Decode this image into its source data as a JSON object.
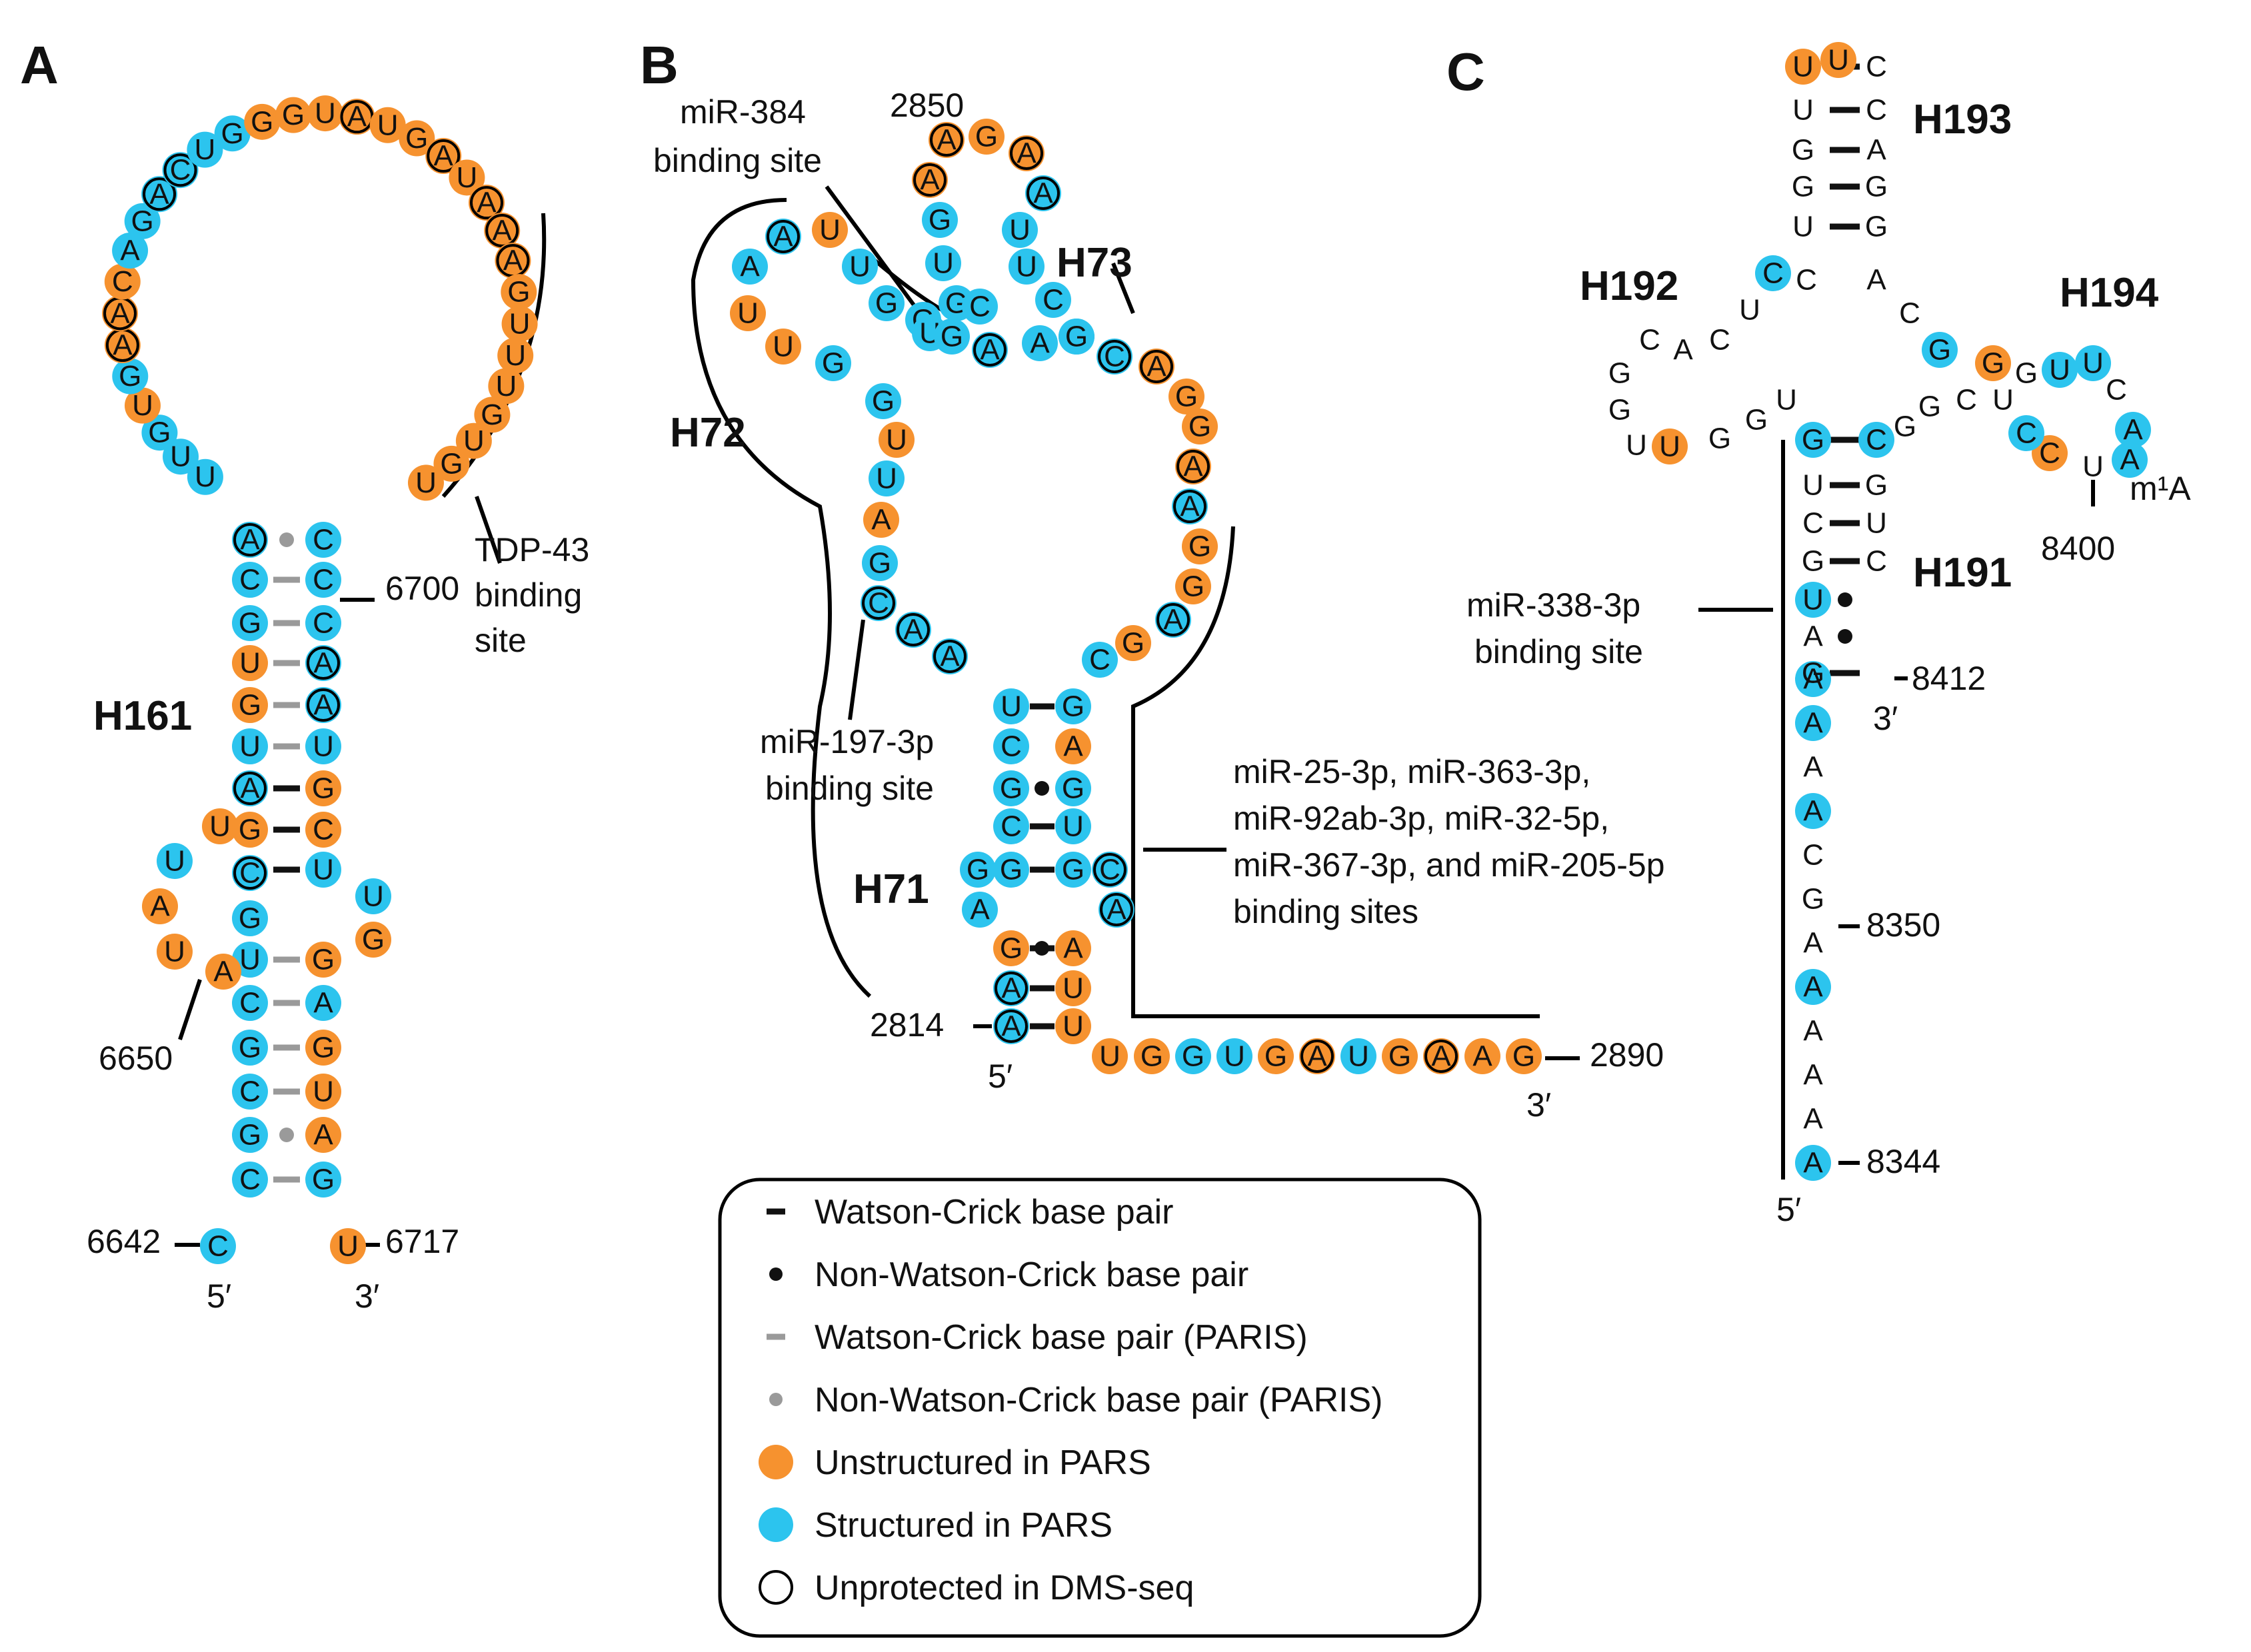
{
  "colors": {
    "unstructured": "#F6922F",
    "structured": "#2CC4EE",
    "pair": "#111111",
    "paris": "#9a9a9a",
    "unprotected_ring": "#000000"
  },
  "panels": {
    "A": {
      "letter": "A",
      "helix": "H161",
      "annotation": [
        "TDP-43",
        "binding",
        "site"
      ],
      "nums": {
        "n6700": "6700",
        "n6650": "6650",
        "n6642": "6642",
        "n6717": "6717",
        "five": "5′",
        "three": "3′"
      }
    },
    "B": {
      "letter": "B",
      "helices": {
        "h71": "H71",
        "h72": "H72",
        "h73": "H73"
      },
      "ann_384": [
        "miR-384",
        "binding site"
      ],
      "ann_197": [
        "miR-197-3p",
        "binding site"
      ],
      "ann_multi": [
        "miR-25-3p, miR-363-3p,",
        "miR-92ab-3p, miR-32-5p,",
        "miR-367-3p, and miR-205-5p",
        "binding sites"
      ],
      "nums": {
        "n2850": "2850",
        "n2814": "2814",
        "n2890": "2890",
        "five": "5′",
        "three": "3′"
      }
    },
    "C": {
      "letter": "C",
      "helices": {
        "h191": "H191",
        "h192": "H192",
        "h193": "H193",
        "h194": "H194"
      },
      "ann_338": [
        "miR-338-3p",
        "binding site"
      ],
      "nums": {
        "n8400": "8400",
        "n8412": "8412",
        "n8350": "8350",
        "n8344": "8344",
        "five": "5′",
        "three": "3′",
        "m1a": "m¹A"
      }
    }
  },
  "nucleotides": {
    "A": [
      {
        "b": "C",
        "s": "S"
      },
      {
        "b": "C",
        "s": "S"
      },
      {
        "b": "G",
        "s": "S"
      },
      {
        "b": "C",
        "s": "S"
      },
      {
        "b": "G",
        "s": "S"
      },
      {
        "b": "C",
        "s": "S"
      },
      {
        "b": "U",
        "s": "S"
      },
      {
        "b": "G",
        "s": "S"
      },
      {
        "b": "C",
        "s": "S",
        "r": 1
      },
      {
        "b": "U",
        "s": "S"
      },
      {
        "b": "A",
        "s": "U"
      },
      {
        "b": "U",
        "s": "U"
      },
      {
        "b": "A",
        "s": "U"
      },
      {
        "b": "U",
        "s": "U"
      },
      {
        "b": "G",
        "s": "U"
      },
      {
        "b": "A",
        "s": "S",
        "r": 1
      },
      {
        "b": "U",
        "s": "S"
      },
      {
        "b": "G",
        "s": "U"
      },
      {
        "b": "U",
        "s": "U"
      },
      {
        "b": "G",
        "s": "S"
      },
      {
        "b": "C",
        "s": "S"
      },
      {
        "b": "A",
        "s": "S",
        "r": 1
      },
      {
        "b": "U",
        "s": "S"
      },
      {
        "b": "U",
        "s": "S"
      },
      {
        "b": "G",
        "s": "S"
      },
      {
        "b": "U",
        "s": "U"
      },
      {
        "b": "G",
        "s": "S"
      },
      {
        "b": "A",
        "s": "U",
        "r": 1
      },
      {
        "b": "A",
        "s": "U",
        "r": 1
      },
      {
        "b": "C",
        "s": "U"
      },
      {
        "b": "A",
        "s": "S"
      },
      {
        "b": "G",
        "s": "S"
      },
      {
        "b": "A",
        "s": "S",
        "r": 1
      },
      {
        "b": "C",
        "s": "S",
        "r": 1
      },
      {
        "b": "U",
        "s": "S"
      },
      {
        "b": "G",
        "s": "S"
      },
      {
        "b": "G",
        "s": "U"
      },
      {
        "b": "G",
        "s": "U"
      },
      {
        "b": "U",
        "s": "U"
      },
      {
        "b": "A",
        "s": "U",
        "r": 1
      },
      {
        "b": "U",
        "s": "U"
      },
      {
        "b": "G",
        "s": "U"
      },
      {
        "b": "A",
        "s": "U",
        "r": 1
      },
      {
        "b": "U",
        "s": "U"
      },
      {
        "b": "A",
        "s": "U",
        "r": 1
      },
      {
        "b": "A",
        "s": "U",
        "r": 1
      },
      {
        "b": "A",
        "s": "U",
        "r": 1
      },
      {
        "b": "G",
        "s": "U"
      },
      {
        "b": "U",
        "s": "U"
      },
      {
        "b": "U",
        "s": "U"
      },
      {
        "b": "U",
        "s": "U"
      },
      {
        "b": "G",
        "s": "U"
      },
      {
        "b": "U",
        "s": "U"
      },
      {
        "b": "G",
        "s": "U"
      },
      {
        "b": "U",
        "s": "U"
      },
      {
        "b": "C",
        "s": "S"
      },
      {
        "b": "C",
        "s": "S"
      },
      {
        "b": "C",
        "s": "S"
      },
      {
        "b": "A",
        "s": "S",
        "r": 1
      },
      {
        "b": "A",
        "s": "S",
        "r": 1
      },
      {
        "b": "U",
        "s": "S"
      },
      {
        "b": "G",
        "s": "U"
      },
      {
        "b": "C",
        "s": "U"
      },
      {
        "b": "U",
        "s": "S"
      },
      {
        "b": "U",
        "s": "S"
      },
      {
        "b": "G",
        "s": "U"
      },
      {
        "b": "G",
        "s": "U"
      },
      {
        "b": "A",
        "s": "S"
      },
      {
        "b": "G",
        "s": "U"
      },
      {
        "b": "U",
        "s": "U"
      },
      {
        "b": "A",
        "s": "U"
      },
      {
        "b": "G",
        "s": "S"
      },
      {
        "b": "U",
        "s": "U"
      },
      {
        "b": "G",
        "s": "U"
      },
      {
        "b": "A",
        "s": "U",
        "r": 1
      }
    ],
    "B": [
      {
        "b": "A",
        "s": "S",
        "r": 1
      },
      {
        "b": "A",
        "s": "S",
        "r": 1
      },
      {
        "b": "G",
        "s": "U"
      },
      {
        "b": "A",
        "s": "S"
      },
      {
        "b": "G",
        "s": "S"
      },
      {
        "b": "G",
        "s": "S"
      },
      {
        "b": "C",
        "s": "S"
      },
      {
        "b": "G",
        "s": "S"
      },
      {
        "b": "C",
        "s": "S"
      },
      {
        "b": "U",
        "s": "S"
      },
      {
        "b": "A",
        "s": "S",
        "r": 1
      },
      {
        "b": "A",
        "s": "S",
        "r": 1
      },
      {
        "b": "C",
        "s": "S",
        "r": 1
      },
      {
        "b": "G",
        "s": "S"
      },
      {
        "b": "A",
        "s": "U"
      },
      {
        "b": "U",
        "s": "S"
      },
      {
        "b": "U",
        "s": "U"
      },
      {
        "b": "G",
        "s": "S"
      },
      {
        "b": "G",
        "s": "S"
      },
      {
        "b": "U",
        "s": "U"
      },
      {
        "b": "U",
        "s": "U"
      },
      {
        "b": "A",
        "s": "S"
      },
      {
        "b": "A",
        "s": "S",
        "r": 1
      },
      {
        "b": "U",
        "s": "U"
      },
      {
        "b": "U",
        "s": "S"
      },
      {
        "b": "G",
        "s": "S"
      },
      {
        "b": "G",
        "s": "S"
      },
      {
        "b": "U",
        "s": "S"
      },
      {
        "b": "G",
        "s": "S"
      },
      {
        "b": "A",
        "s": "S",
        "r": 1
      },
      {
        "b": "G",
        "s": "S"
      },
      {
        "b": "C",
        "s": "S"
      },
      {
        "b": "U",
        "s": "S"
      },
      {
        "b": "G",
        "s": "S"
      },
      {
        "b": "A",
        "s": "U",
        "r": 1
      },
      {
        "b": "A",
        "s": "U",
        "r": 1
      },
      {
        "b": "G",
        "s": "U"
      },
      {
        "b": "A",
        "s": "U",
        "r": 1
      },
      {
        "b": "A",
        "s": "S",
        "r": 1
      },
      {
        "b": "U",
        "s": "S"
      },
      {
        "b": "U",
        "s": "S"
      },
      {
        "b": "C",
        "s": "S"
      },
      {
        "b": "C",
        "s": "S"
      },
      {
        "b": "A",
        "s": "S"
      },
      {
        "b": "G",
        "s": "S"
      },
      {
        "b": "C",
        "s": "S",
        "r": 1
      },
      {
        "b": "A",
        "s": "U",
        "r": 1
      },
      {
        "b": "G",
        "s": "U"
      },
      {
        "b": "G",
        "s": "U"
      },
      {
        "b": "A",
        "s": "U",
        "r": 1
      },
      {
        "b": "A",
        "s": "S",
        "r": 1
      },
      {
        "b": "G",
        "s": "U"
      },
      {
        "b": "G",
        "s": "U"
      },
      {
        "b": "A",
        "s": "S",
        "r": 1
      },
      {
        "b": "G",
        "s": "U"
      },
      {
        "b": "C",
        "s": "S"
      },
      {
        "b": "G",
        "s": "S"
      },
      {
        "b": "A",
        "s": "U"
      },
      {
        "b": "G",
        "s": "S"
      },
      {
        "b": "U",
        "s": "S"
      },
      {
        "b": "G",
        "s": "S"
      },
      {
        "b": "C",
        "s": "S",
        "r": 1
      },
      {
        "b": "A",
        "s": "S",
        "r": 1
      },
      {
        "b": "A",
        "s": "U"
      },
      {
        "b": "U",
        "s": "U"
      },
      {
        "b": "U",
        "s": "U"
      },
      {
        "b": "U",
        "s": "U"
      },
      {
        "b": "G",
        "s": "U"
      },
      {
        "b": "G",
        "s": "S"
      },
      {
        "b": "U",
        "s": "S"
      },
      {
        "b": "G",
        "s": "U"
      },
      {
        "b": "A",
        "s": "U",
        "r": 1
      },
      {
        "b": "U",
        "s": "S"
      },
      {
        "b": "G",
        "s": "U"
      },
      {
        "b": "A",
        "s": "U",
        "r": 1
      },
      {
        "b": "A",
        "s": "U"
      },
      {
        "b": "G",
        "s": "U"
      },
      {
        "b": "G",
        "s": "U"
      }
    ],
    "C": [
      {
        "b": "A",
        "s": "S"
      },
      {
        "b": "A",
        "s": "N"
      },
      {
        "b": "A",
        "s": "N"
      },
      {
        "b": "A",
        "s": "N"
      },
      {
        "b": "A",
        "s": "S"
      },
      {
        "b": "A",
        "s": "N"
      },
      {
        "b": "G",
        "s": "N"
      },
      {
        "b": "C",
        "s": "N"
      },
      {
        "b": "A",
        "s": "S"
      },
      {
        "b": "A",
        "s": "N"
      },
      {
        "b": "A",
        "s": "S"
      },
      {
        "b": "A",
        "s": "S"
      },
      {
        "b": "G",
        "s": "N"
      },
      {
        "b": "A",
        "s": "N"
      },
      {
        "b": "U",
        "s": "S"
      },
      {
        "b": "G",
        "s": "N"
      },
      {
        "b": "C",
        "s": "N"
      },
      {
        "b": "U",
        "s": "N"
      },
      {
        "b": "G",
        "s": "S"
      },
      {
        "b": "U",
        "s": "N"
      },
      {
        "b": "G",
        "s": "N"
      },
      {
        "b": "G",
        "s": "N"
      },
      {
        "b": "U",
        "s": "U"
      },
      {
        "b": "U",
        "s": "N"
      },
      {
        "b": "G",
        "s": "N"
      },
      {
        "b": "G",
        "s": "N"
      },
      {
        "b": "C",
        "s": "N"
      },
      {
        "b": "A",
        "s": "N"
      },
      {
        "b": "C",
        "s": "N"
      },
      {
        "b": "U",
        "s": "N"
      },
      {
        "b": "C",
        "s": "S"
      },
      {
        "b": "C",
        "s": "N"
      },
      {
        "b": "U",
        "s": "N"
      },
      {
        "b": "G",
        "s": "N"
      },
      {
        "b": "G",
        "s": "N"
      },
      {
        "b": "U",
        "s": "N"
      },
      {
        "b": "U",
        "s": "U"
      },
      {
        "b": "U",
        "s": "U"
      },
      {
        "b": "C",
        "s": "N"
      },
      {
        "b": "C",
        "s": "N"
      },
      {
        "b": "A",
        "s": "N"
      },
      {
        "b": "G",
        "s": "N"
      },
      {
        "b": "G",
        "s": "N"
      },
      {
        "b": "A",
        "s": "N"
      },
      {
        "b": "C",
        "s": "N"
      },
      {
        "b": "G",
        "s": "S"
      },
      {
        "b": "G",
        "s": "U"
      },
      {
        "b": "G",
        "s": "N"
      },
      {
        "b": "U",
        "s": "S"
      },
      {
        "b": "U",
        "s": "S"
      },
      {
        "b": "C",
        "s": "N"
      },
      {
        "b": "A",
        "s": "S"
      },
      {
        "b": "A",
        "s": "S"
      },
      {
        "b": "U",
        "s": "N"
      },
      {
        "b": "C",
        "s": "U"
      },
      {
        "b": "C",
        "s": "S"
      },
      {
        "b": "U",
        "s": "N"
      },
      {
        "b": "C",
        "s": "N"
      },
      {
        "b": "G",
        "s": "N"
      },
      {
        "b": "G",
        "s": "N"
      },
      {
        "b": "C",
        "s": "S"
      },
      {
        "b": "G",
        "s": "N"
      },
      {
        "b": "U",
        "s": "N"
      },
      {
        "b": "C",
        "s": "N"
      }
    ]
  },
  "legend": {
    "items": [
      {
        "key": "wc",
        "label": "Watson-Crick base pair"
      },
      {
        "key": "nwc",
        "label": "Non-Watson-Crick base pair"
      },
      {
        "key": "wcp",
        "label": "Watson-Crick base pair (PARIS)"
      },
      {
        "key": "nwcp",
        "label": "Non-Watson-Crick base pair (PARIS)"
      },
      {
        "key": "unstr",
        "label": "Unstructured in PARS"
      },
      {
        "key": "str",
        "label": "Structured in PARS"
      },
      {
        "key": "dms",
        "label": "Unprotected in DMS-seq"
      }
    ]
  }
}
